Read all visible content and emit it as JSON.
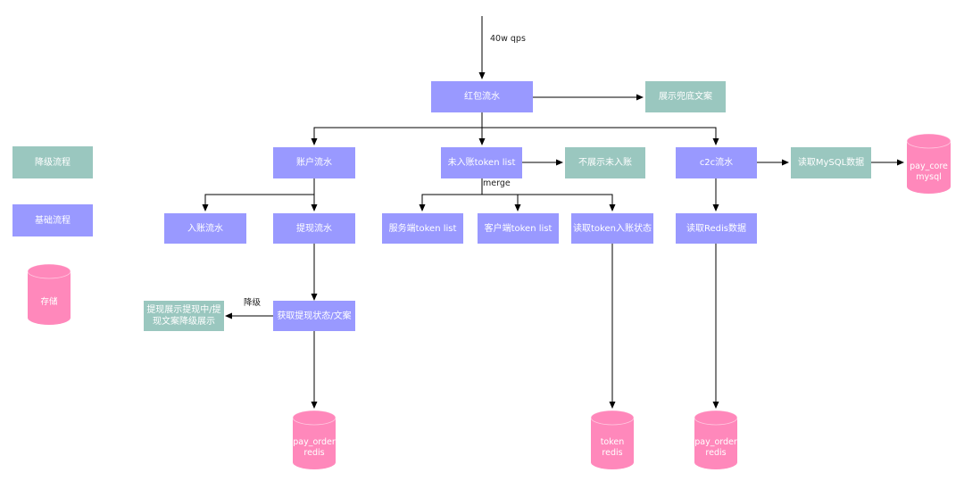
{
  "legend": {
    "degrade": "降级流程",
    "basic": "基础流程",
    "storage": "存储"
  },
  "labels": {
    "qps": "40w qps",
    "merge": "merge",
    "degrade_arrow": "降级"
  },
  "nodes": {
    "hongbao": "红包流水",
    "fallback_text": "展示兜底文案",
    "account": "账户流水",
    "unrecorded": "未入账token list",
    "no_show_unrecorded": "不展示未入账",
    "c2c": "c2c流水",
    "read_mysql": "读取MySQL数据",
    "ruzhang": "入账流水",
    "tixian": "提现流水",
    "server_token": "服务端token list",
    "client_token": "客户端token list",
    "read_token_status": "读取token入账状态",
    "read_redis": "读取Redis数据",
    "get_withdraw_status": "获取提现状态/文案",
    "withdraw_degrade": "提现展示提现中/提现文案降级展示"
  },
  "storage": {
    "pay_core": [
      "pay_core",
      "mysql"
    ],
    "pay_order_1": [
      "pay_order",
      "redis"
    ],
    "token": [
      "token",
      "redis"
    ],
    "pay_order_2": [
      "pay_order",
      "redis"
    ]
  },
  "colors": {
    "basic": "#9999ff",
    "degrade": "#9ac7bf",
    "storage": "#ff88bb",
    "arrow": "#000000"
  }
}
